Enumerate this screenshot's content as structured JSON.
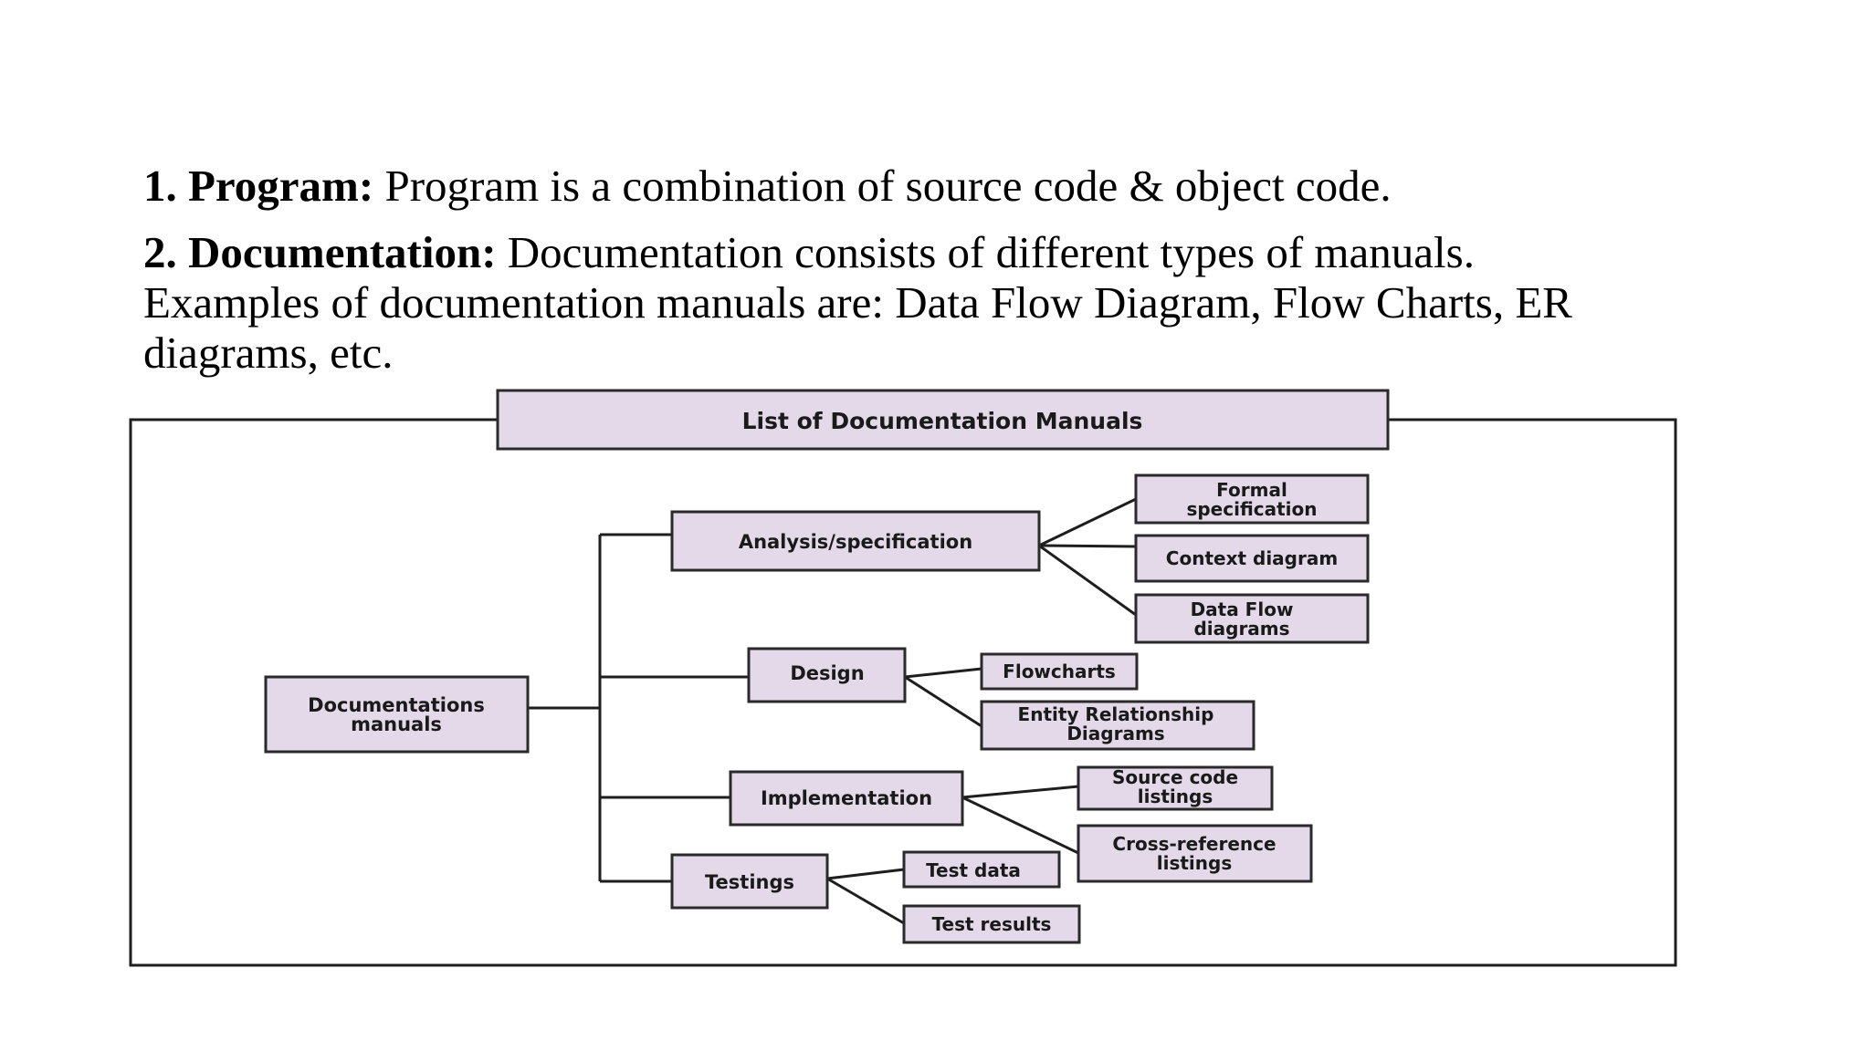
{
  "point1": {
    "label": "1. Program:",
    "text": " Program is a combination of source code & object code."
  },
  "point2": {
    "label": "2. Documentation:",
    "text": " Documentation consists of different types of manuals.",
    "line2": "Examples of documentation manuals are: Data Flow Diagram, Flow Charts, ER",
    "line3": "diagrams, etc."
  },
  "diagram": {
    "title": "List of Documentation Manuals",
    "root": [
      "Documentations",
      "manuals"
    ],
    "analysis": "Analysis/specification",
    "formal_spec": [
      "Formal",
      "specification"
    ],
    "context_diagram": "Context diagram",
    "data_flow": [
      "Data Flow",
      "diagrams"
    ],
    "design": "Design",
    "flowcharts": "Flowcharts",
    "entity_relationship": [
      "Entity Relationship",
      "Diagrams"
    ],
    "implementation": "Implementation",
    "source_code": [
      "Source code",
      "listings"
    ],
    "cross_reference": [
      "Cross-reference",
      "listings"
    ],
    "testings": "Testings",
    "test_data": "Test data",
    "test_results": "Test results",
    "colors": {
      "box_fill": "#e3d9e8",
      "stroke": "#2a2a2a"
    }
  }
}
